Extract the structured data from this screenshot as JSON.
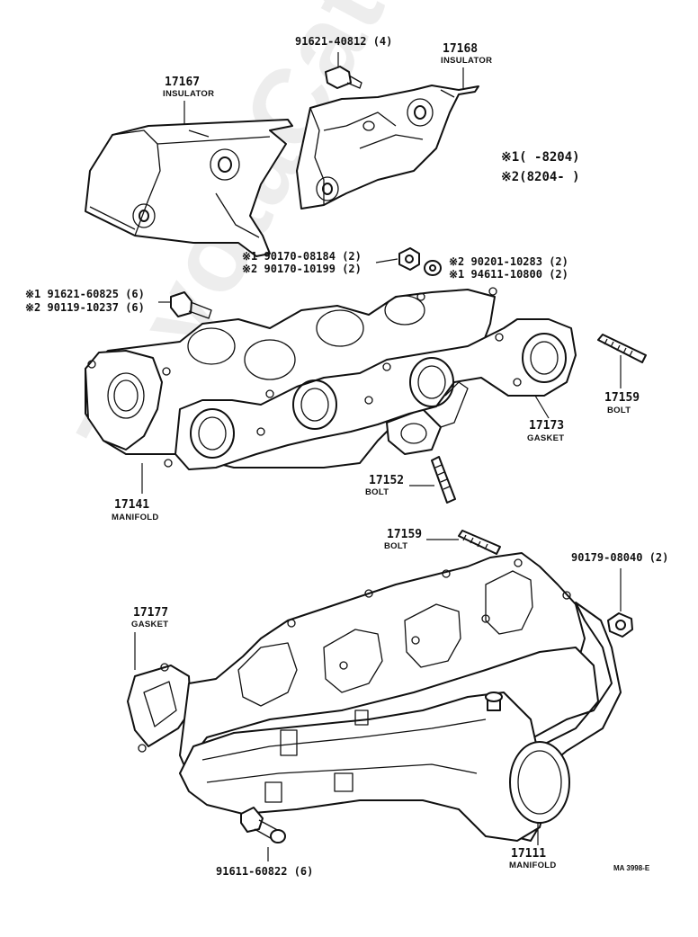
{
  "watermark": "ToyotaCatalogue.ru",
  "legend": {
    "line1": "※1(      -8204)",
    "line2": "※2(8204-       )"
  },
  "parts": {
    "insulator_left": {
      "number": "17167",
      "name": "INSULATOR"
    },
    "insulator_right": {
      "number": "17168",
      "name": "INSULATOR"
    },
    "manifold_exhaust": {
      "number": "17141",
      "name": "MANIFOLD"
    },
    "gasket_exhaust": {
      "number": "17173",
      "name": "GASKET"
    },
    "bolt_right": {
      "number": "17159",
      "name": "BOLT"
    },
    "bolt_lower": {
      "number": "17152",
      "name": "BOLT"
    },
    "bolt_top_intake": {
      "number": "17159",
      "name": "BOLT"
    },
    "gasket_intake": {
      "number": "17177",
      "name": "GASKET"
    },
    "manifold_intake": {
      "number": "17111",
      "name": "MANIFOLD"
    }
  },
  "fasteners": {
    "insulator_bolt": "91621-40812 (4)",
    "nut_1": "※1 90170-08184 (2)",
    "nut_2": "※2 90170-10199 (2)",
    "washer_2": "※2 90201-10283 (2)",
    "washer_1": "※1 94611-10800 (2)",
    "manifold_bolt_1": "※1 91621-60825 (6)",
    "manifold_bolt_2": "※2 90119-10237 (6)",
    "intake_nut": "90179-08040 (2)",
    "intake_bolt": "91611-60822 (6)"
  },
  "reference": "MA 3998-E"
}
